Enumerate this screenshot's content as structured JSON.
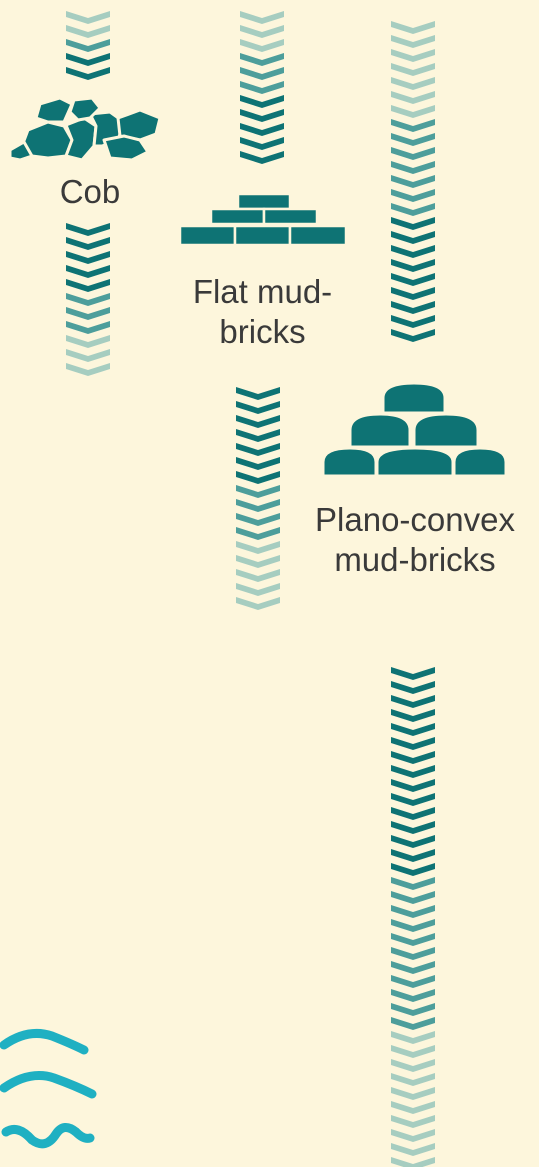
{
  "title": "",
  "colors": {
    "background": "#fdf6dc",
    "dark_teal": "#0e7374",
    "mid_teal": "#4d9e9b",
    "light_teal": "#a6cdc0",
    "text": "#3a3a3a",
    "wave": "#1fb0c2"
  },
  "techniques": [
    {
      "id": "cob",
      "label": "Cob",
      "icon": "cob-stones-icon"
    },
    {
      "id": "flat",
      "label": "Flat mud-bricks",
      "icon": "flat-brick-wall-icon"
    },
    {
      "id": "planoconvex",
      "label": "Plano-convex mud-bricks",
      "icon": "plano-convex-brick-stack-icon"
    }
  ],
  "decoration": {
    "icon": "water-waves-icon"
  }
}
